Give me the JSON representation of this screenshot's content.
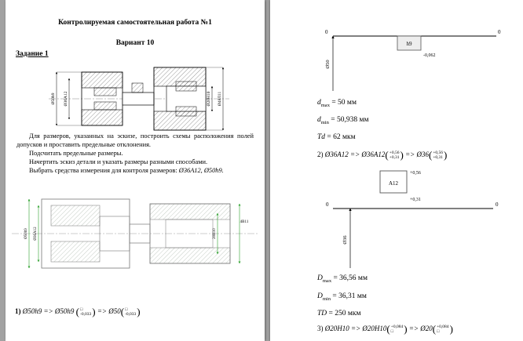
{
  "syms": {
    "lp": "(",
    "rp": ")"
  },
  "left_page": {
    "title": "Контролируемая самостоятельная работа №1",
    "variant": "Вариант 10",
    "task_heading": "Задание 1",
    "paragraph": {
      "p1": "Для размеров, указанных на эскизе, построить схемы расположения полей допусков и проставить предельные отклонения.",
      "p2": "Подсчитать предельные размеры.",
      "p3": "Начертить эскиз детали и указать размеры разными способами.",
      "p4_lead": "Выбрать средства измерения для контроля размеров: ",
      "p4_meas": "Ø36А12, Ø50h9."
    },
    "drawing1": {
      "dim_left_outer": "Ø50h9",
      "dim_left_inner": "Ø36A12",
      "dim_right_inner": "Ø20Н10",
      "dim_right_outer": "Ø48Л11"
    },
    "drawing2": {
      "dim_left_outer": "Ø50h9",
      "dim_left_inner": "Ø36A12",
      "dim_right_inner": "20Н10",
      "dim_right_outer": "4В11"
    },
    "formula1": {
      "num": "1)",
      "body": " Ø50h9 => Ø50h9 ",
      "sup1": "□",
      "sub1": "-0,033",
      "mid": " => Ø50",
      "sup2": "□",
      "sub2": "-0,033"
    }
  },
  "right_page": {
    "diagram_h9": {
      "zero_left": "0",
      "zero_right": "0",
      "box_label": "h9",
      "deviation": "-0,062",
      "dim_label": "Ø50"
    },
    "f_dmax": {
      "v": "d",
      "sub": "max",
      "rest": " = 50 мм"
    },
    "f_dmin": {
      "v": "d",
      "sub": "min",
      "rest": " = 50,938  мм"
    },
    "f_td": {
      "v": "Td",
      "rest": " = 62 мкм"
    },
    "formula2": {
      "num": "2)",
      "body": " Ø36A12 => Ø36A12",
      "sup1": "+0,56",
      "sub1": "+0,31",
      "mid": " => Ø36",
      "sup2": "+0,56",
      "sub2": "+0,31"
    },
    "diagram_a12": {
      "box_label": "A12",
      "upper_dev": "+0,56",
      "lower_dev": "+0,31",
      "zero_left": "0",
      "zero_right": "0",
      "dim_label": "Ø36"
    },
    "f_Dmax": {
      "v": "D",
      "sub": "max",
      "rest": " = 36,56 мм"
    },
    "f_Dmin": {
      "v": "D",
      "sub": "min",
      "rest": " = 36,31 мм"
    },
    "f_TD": {
      "v": "TD",
      "rest": " = 250 мкм"
    },
    "formula3": {
      "num": "3)",
      "body": " Ø20H10 => Ø20H10",
      "sup1": "+0,084",
      "sub1": "□",
      "mid": " => Ø20",
      "sup2": "+0,084",
      "sub2": "□"
    }
  }
}
